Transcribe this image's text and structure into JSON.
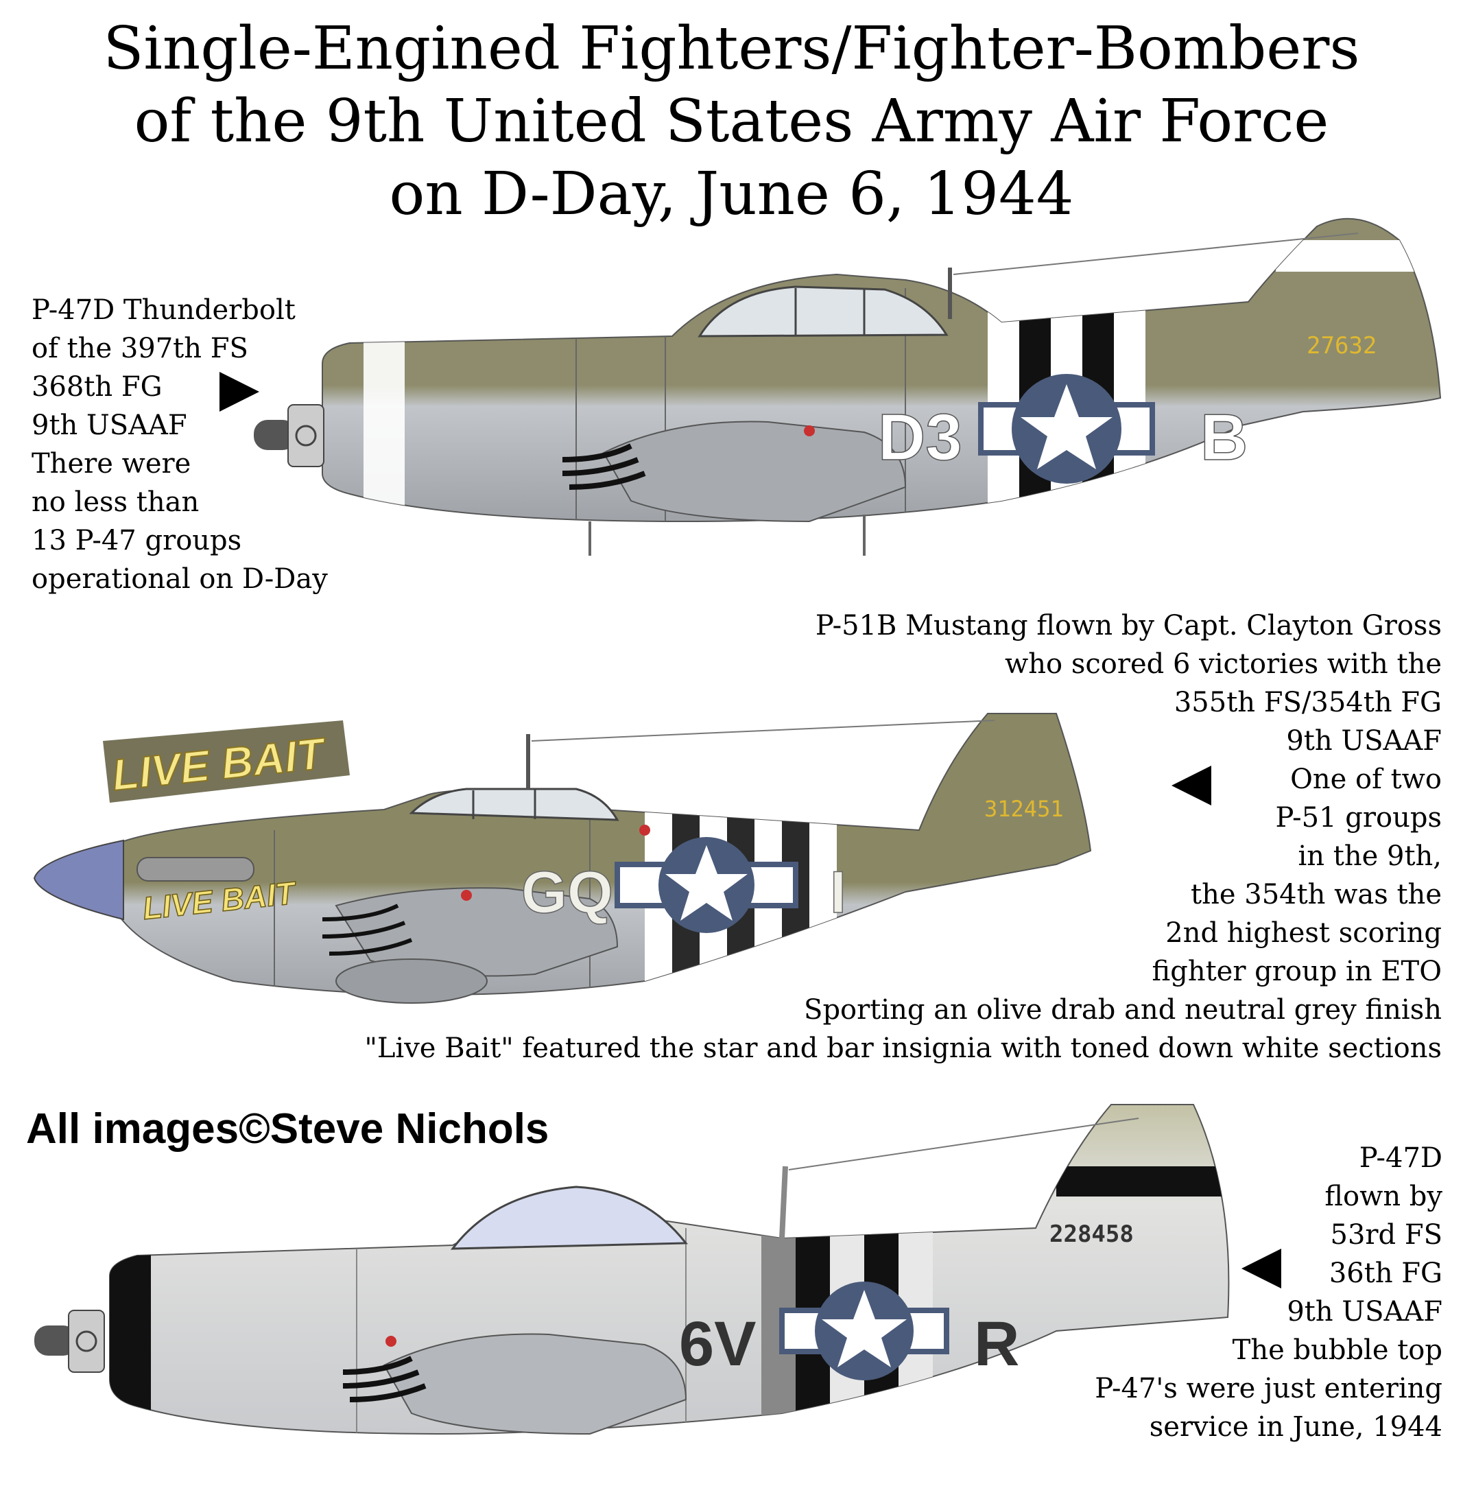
{
  "title": {
    "line1": "Single-Engined Fighters/Fighter-Bombers",
    "line2": "of the 9th United States Army Air Force",
    "line3": "on D-Day, June 6, 1944"
  },
  "aircraft": [
    {
      "lines": [
        "P-47D Thunderbolt",
        "of the 397th FS",
        "368th FG",
        "9th USAAF",
        "There were",
        "no less than",
        "13 P-47 groups",
        "operational on D-Day"
      ],
      "code_left": "D3",
      "code_right": "B",
      "serial": "27632",
      "colors": {
        "top": "#8e8c6c",
        "bottom": "#b9bcc0",
        "stripe": "#111111"
      }
    },
    {
      "lines": [
        "P-51B Mustang flown by Capt. Clayton Gross",
        "who scored 6 victories with the",
        "355th FS/354th FG",
        "9th USAAF",
        "One of two",
        "P-51 groups",
        "in the 9th,",
        "the 354th was the",
        "2nd highest scoring",
        "fighter group in ETO",
        "Sporting an olive drab and neutral grey finish",
        "\"Live Bait\" featured the star and bar insignia with toned down white sections"
      ],
      "code_left": "GQ",
      "code_right": "I",
      "serial": "312451",
      "nose_art": "LIVE BAIT",
      "colors": {
        "top": "#8a8864",
        "bottom": "#b6b9bd",
        "spinner": "#7d86b8"
      }
    },
    {
      "lines": [
        "P-47D",
        "flown by",
        "53rd FS",
        "36th FG",
        "9th USAAF",
        "The bubble top",
        "P-47's were just entering",
        "service in June, 1944"
      ],
      "code_left": "6V",
      "code_right": "R",
      "serial": "228458",
      "colors": {
        "top": "#c9c8ad",
        "bottom": "#d4d6da",
        "stripe": "#111111"
      }
    }
  ],
  "credit": "All images©Steve Nichols",
  "insignia_color": "#4a5a7a",
  "serial_color": "#e0b830"
}
